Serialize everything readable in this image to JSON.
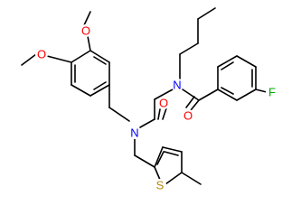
{
  "atom_labels": {
    "O": "O",
    "N": "N",
    "S": "S",
    "F": "F"
  },
  "colors": {
    "background": "#ffffff",
    "bond": "#000000",
    "oxygen": "#ff0000",
    "nitrogen": "#0000ff",
    "sulfur": "#b8860b",
    "fluorine": "#00aa00"
  }
}
